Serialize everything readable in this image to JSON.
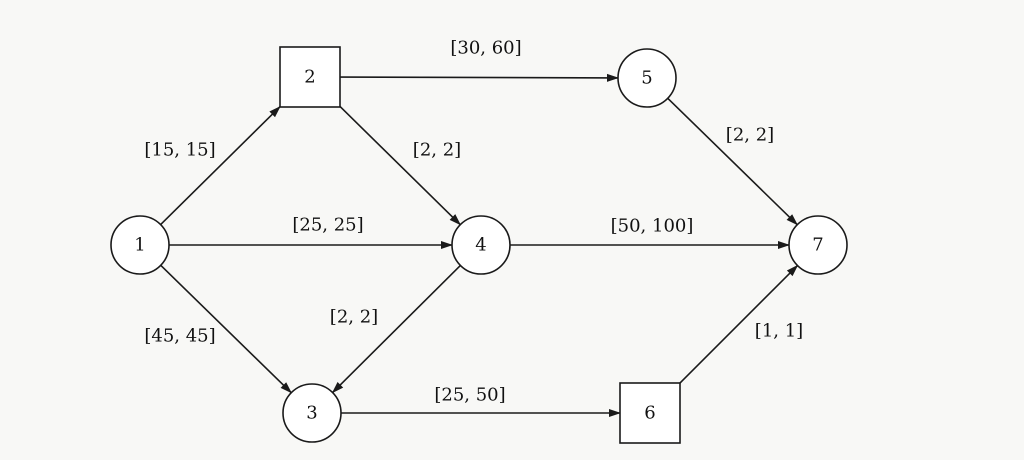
{
  "diagram": {
    "nodes": [
      {
        "id": "1",
        "label": "1",
        "shape": "circle"
      },
      {
        "id": "2",
        "label": "2",
        "shape": "square"
      },
      {
        "id": "3",
        "label": "3",
        "shape": "circle"
      },
      {
        "id": "4",
        "label": "4",
        "shape": "circle"
      },
      {
        "id": "5",
        "label": "5",
        "shape": "circle"
      },
      {
        "id": "6",
        "label": "6",
        "shape": "square"
      },
      {
        "id": "7",
        "label": "7",
        "shape": "circle"
      }
    ],
    "edges": [
      {
        "from": "1",
        "to": "2",
        "label": "[15, 15]"
      },
      {
        "from": "1",
        "to": "4",
        "label": "[25, 25]"
      },
      {
        "from": "1",
        "to": "3",
        "label": "[45, 45]"
      },
      {
        "from": "2",
        "to": "5",
        "label": "[30, 60]"
      },
      {
        "from": "2",
        "to": "4",
        "label": "[2, 2]"
      },
      {
        "from": "4",
        "to": "3",
        "label": "[2, 2]"
      },
      {
        "from": "4",
        "to": "7",
        "label": "[50, 100]"
      },
      {
        "from": "3",
        "to": "6",
        "label": "[25, 50]"
      },
      {
        "from": "5",
        "to": "7",
        "label": "[2, 2]"
      },
      {
        "from": "6",
        "to": "7",
        "label": "[1, 1]"
      }
    ],
    "colors": {
      "stroke": "#1a1a1a",
      "background": "#f8f8f6"
    }
  }
}
